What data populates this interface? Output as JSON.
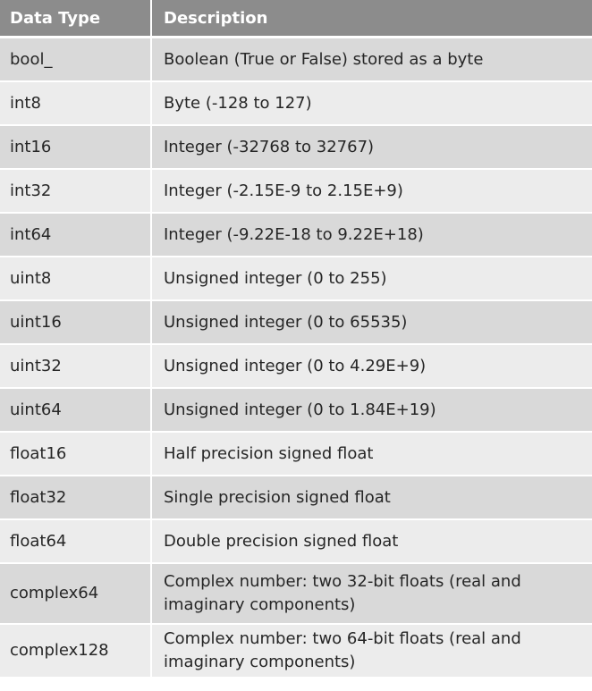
{
  "table": {
    "headers": [
      "Data Type",
      "Description"
    ],
    "rows": [
      [
        "bool_",
        "Boolean (True or False) stored as a byte"
      ],
      [
        "int8",
        "Byte (-128 to 127)"
      ],
      [
        "int16",
        "Integer (-32768 to 32767)"
      ],
      [
        "int32",
        "Integer (-2.15E-9 to 2.15E+9)"
      ],
      [
        "int64",
        "Integer (-9.22E-18 to 9.22E+18)"
      ],
      [
        "uint8",
        "Unsigned integer (0 to 255)"
      ],
      [
        "uint16",
        "Unsigned integer (0 to 65535)"
      ],
      [
        "uint32",
        "Unsigned integer (0 to 4.29E+9)"
      ],
      [
        "uint64",
        "Unsigned integer (0 to 1.84E+19)"
      ],
      [
        "float16",
        "Half precision signed float"
      ],
      [
        "float32",
        "Single precision signed float"
      ],
      [
        "float64",
        "Double precision signed float"
      ],
      [
        "complex64",
        "Complex number: two 32-bit floats (real and imaginary components)"
      ],
      [
        "complex128",
        "Complex number: two 64-bit floats (real and imaginary components)"
      ]
    ]
  },
  "colors": {
    "header_bg": "#8c8c8c",
    "header_text": "#ffffff",
    "row_odd": "#d9d9d9",
    "row_even": "#ececec",
    "cell_text": "#262626"
  }
}
